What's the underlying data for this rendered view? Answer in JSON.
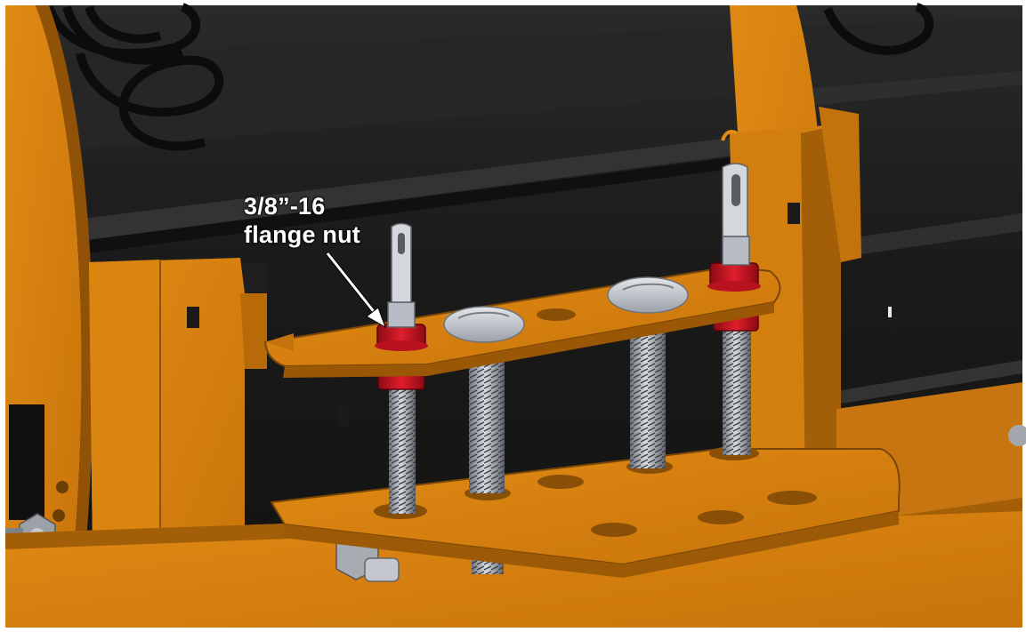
{
  "callout": {
    "line1": "3/8”-16",
    "line2": "flange nut"
  },
  "colors": {
    "bracket_orange": "#d6800f",
    "bracket_shadow": "#8f5207",
    "background_black": "#1c1c1c",
    "nut_red": "#c21020",
    "bolt_silver": "#b8bcc4",
    "label_text": "#ffffff"
  },
  "components": [
    "moldboard",
    "spring-coil",
    "mounting-bracket-left",
    "mounting-bracket-right",
    "upper-plate",
    "lower-plate",
    "threaded-rod",
    "carriage-bolt",
    "flange-nut",
    "clevis-pin"
  ]
}
